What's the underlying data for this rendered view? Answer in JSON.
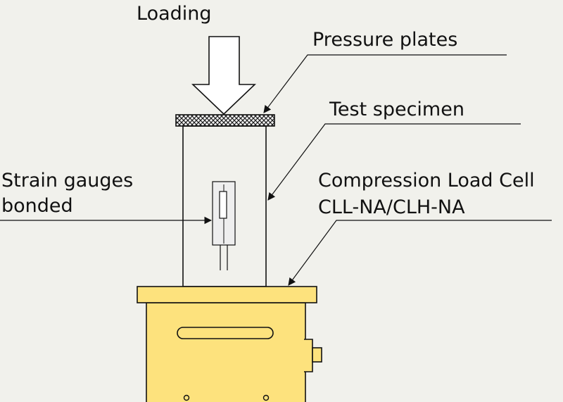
{
  "labels": {
    "loading": "Loading",
    "pressure_plates": "Pressure plates",
    "test_specimen": "Test specimen",
    "compression_load_cell_line1": "Compression Load Cell",
    "compression_load_cell_line2": "CLL-NA/CLH-NA",
    "strain_gauges_line1": "Strain gauges",
    "strain_gauges_line2": "bonded"
  },
  "colors": {
    "background": "#f1f1ec",
    "load_cell_body": "#fde27d",
    "outline": "#111111",
    "arrow_fill": "#ffffff",
    "gauge_fill": "#eeeeee"
  },
  "icons": {
    "loading_arrow": "down-arrow-icon",
    "pressure_plate_pattern": "crosshatch-pattern"
  }
}
